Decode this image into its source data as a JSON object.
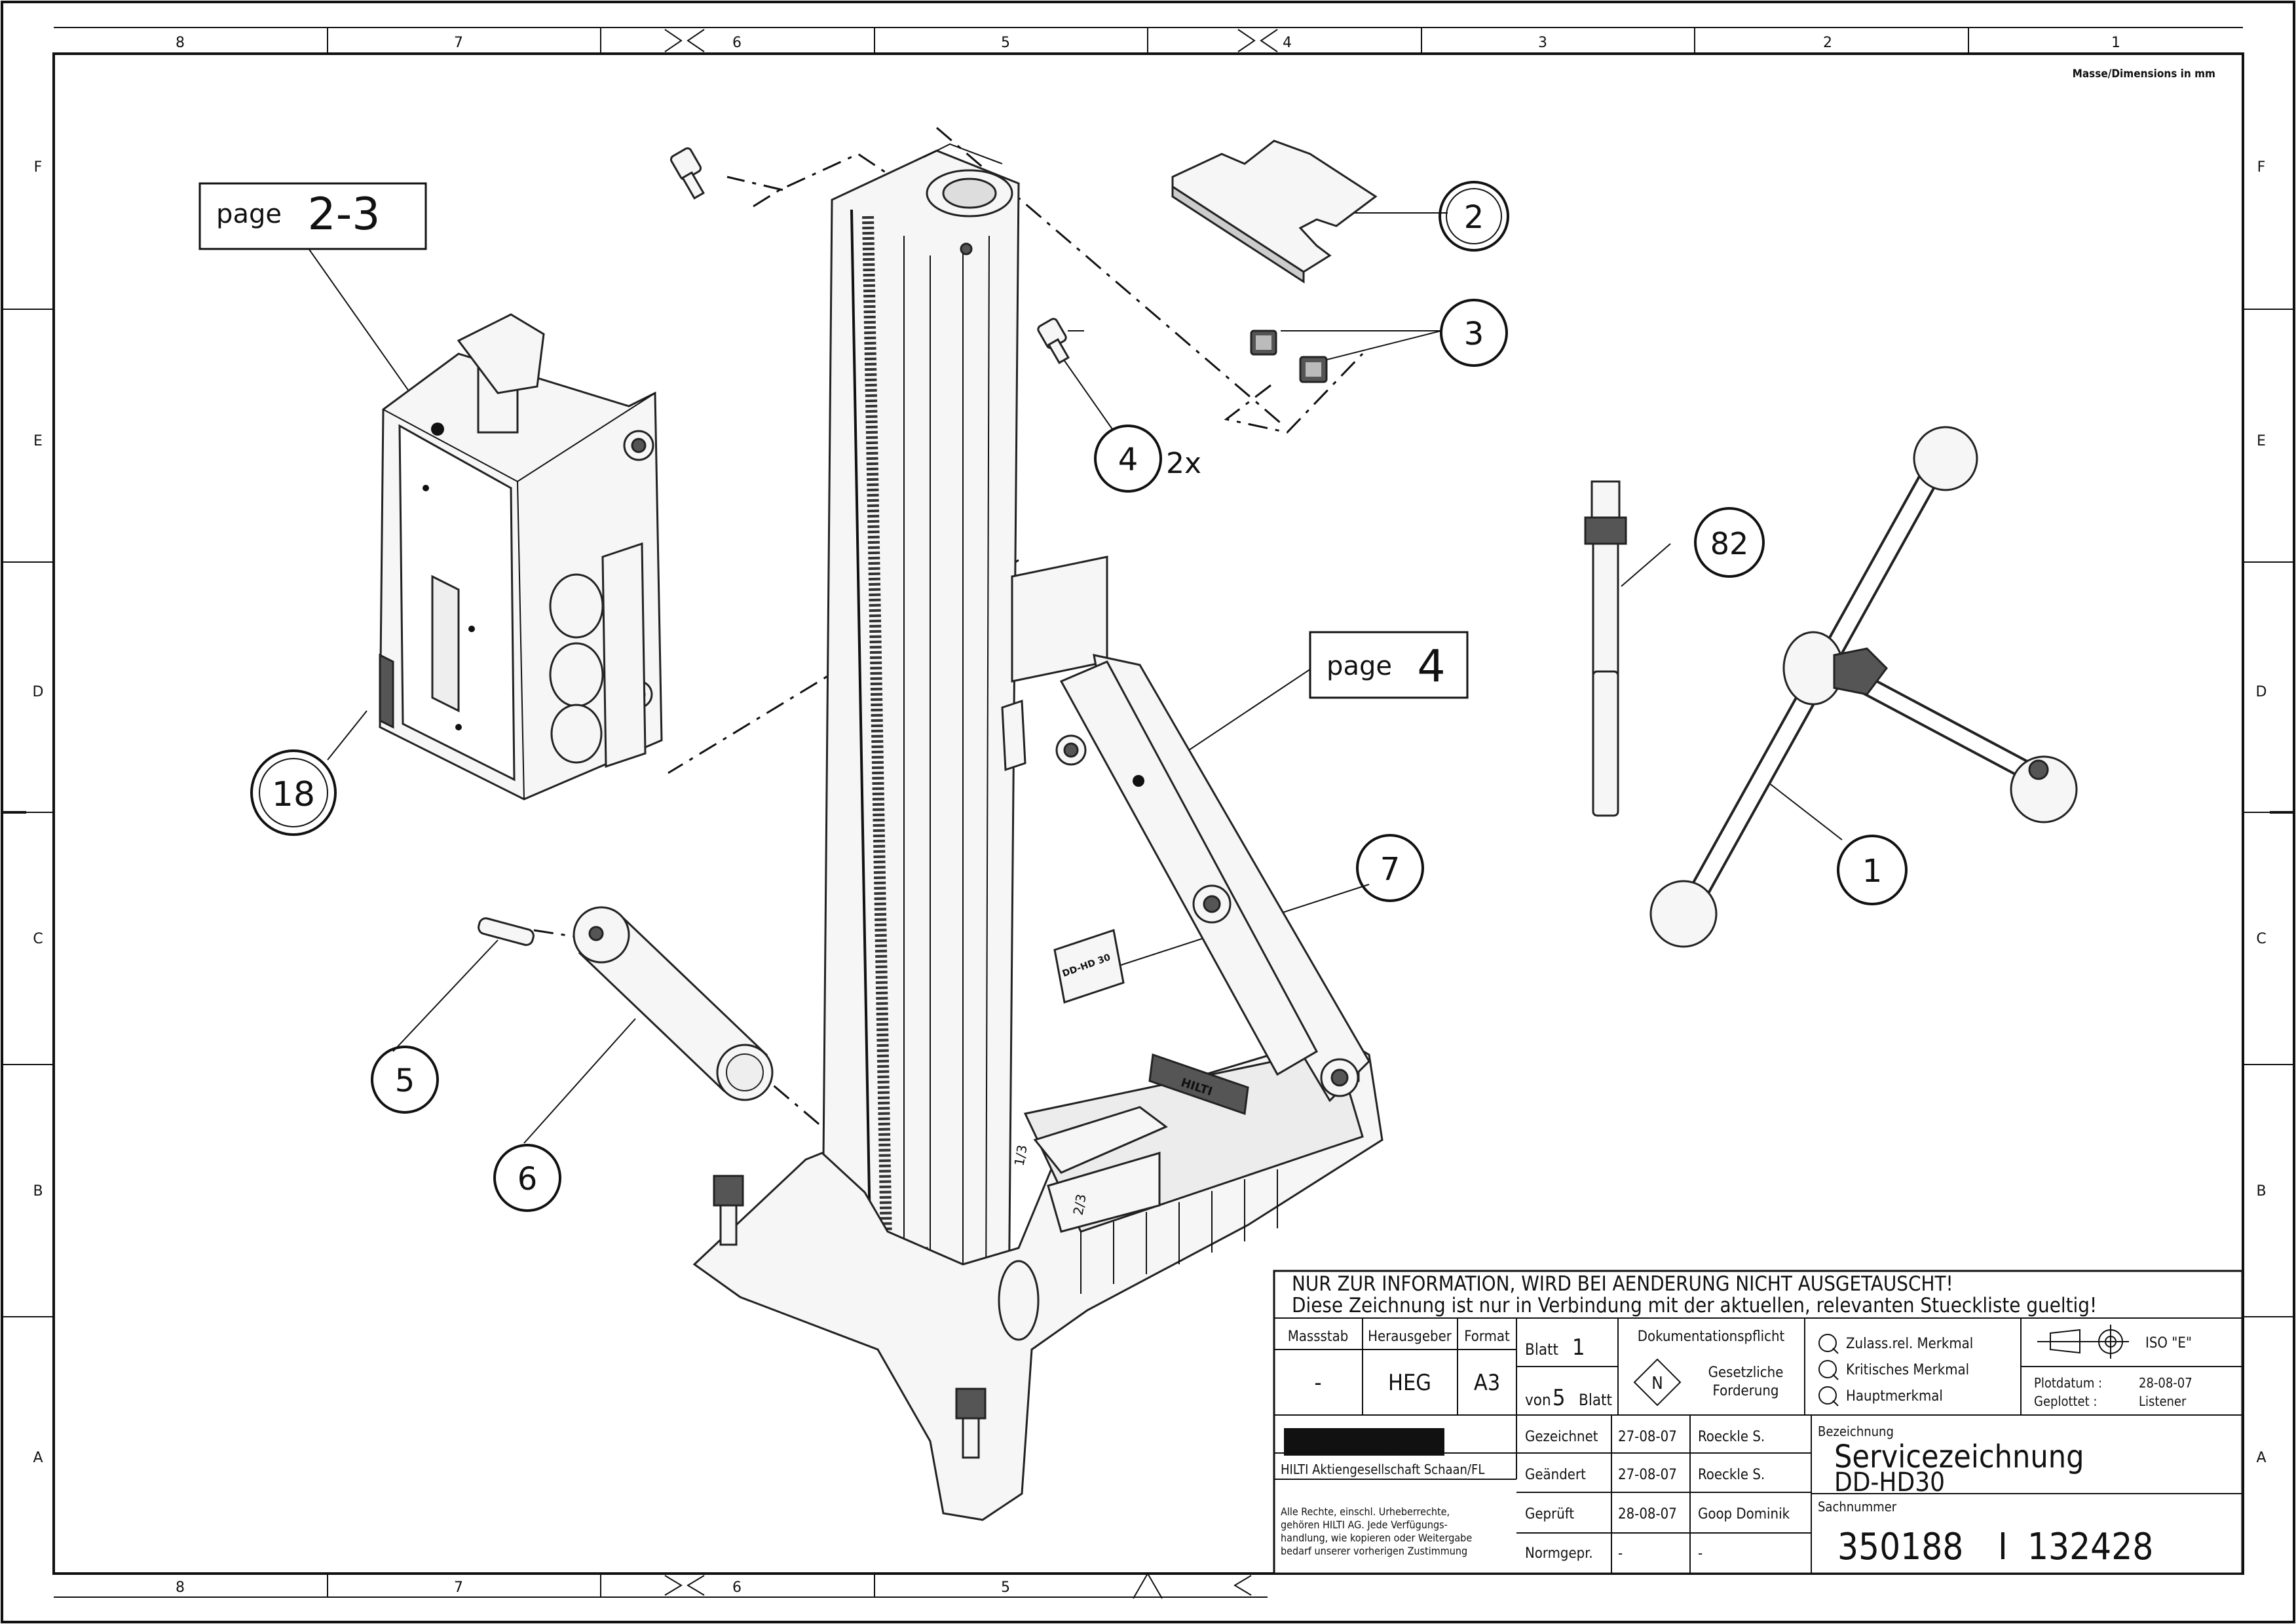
{
  "border": {
    "columns_top": [
      "8",
      "7",
      "6",
      "5",
      "4",
      "3",
      "2",
      "1"
    ],
    "columns_bottom": [
      "8",
      "7",
      "6",
      "5"
    ],
    "rows": [
      "F",
      "E",
      "D",
      "C",
      "B",
      "A"
    ]
  },
  "units_note": "Masse/Dimensions in mm",
  "page_refs": [
    {
      "label": "page",
      "number": "2-3"
    },
    {
      "label": "page",
      "number": "4"
    }
  ],
  "callouts": {
    "c1": "1",
    "c2": "2",
    "c3": "3",
    "c4": "4",
    "c4_qty": "2x",
    "c5": "5",
    "c6": "6",
    "c7": "7",
    "c18": "18",
    "c82": "82"
  },
  "part_labels": {
    "brand_on_base": "HILTI",
    "scale_marks": [
      "1/3",
      "2/3"
    ],
    "sticker": "DD-HD 30"
  },
  "title_block": {
    "notice_1": "NUR ZUR INFORMATION, WIRD BEI AENDERUNG NICHT AUSGETAUSCHT!",
    "notice_2": "Diese Zeichnung ist nur in Verbindung mit der aktuellen, relevanten Stueckliste gueltig!",
    "massstab_label": "Massstab",
    "massstab_value": "-",
    "herausgeber_label": "Herausgeber",
    "herausgeber_value": "HEG",
    "format_label": "Format",
    "format_value": "A3",
    "blatt_label": "Blatt",
    "blatt_value": "1",
    "von_label": "von",
    "von_value": "5",
    "von_suffix": "Blatt",
    "dok_label": "Dokumentationspflicht",
    "dok_symbol": "N",
    "dok_text_1": "Gesetzliche",
    "dok_text_2": "Forderung",
    "merkmal_1": "Zulass.rel. Merkmal",
    "merkmal_2": "Kritisches Merkmal",
    "merkmal_3": "Hauptmerkmal",
    "iso": "ISO \"E\"",
    "plotdatum_label": "Plotdatum :",
    "plotdatum_value": "28-08-07",
    "geplottet_label": "Geplottet :",
    "geplottet_value": "Listener",
    "logo": "HILTI",
    "company": "HILTI Aktiengesellschaft Schaan/FL",
    "rights_1": "Alle Rechte, einschl. Urheberrechte,",
    "rights_2": "gehören HILTI AG. Jede Verfügungs-",
    "rights_3": "handlung, wie kopieren oder Weitergabe",
    "rights_4": "bedarf unserer vorherigen Zustimmung",
    "rows": [
      {
        "label": "Gezeichnet",
        "date": "27-08-07",
        "name": "Roeckle S."
      },
      {
        "label": "Geändert",
        "date": "27-08-07",
        "name": "Roeckle S."
      },
      {
        "label": "Geprüft",
        "date": "28-08-07",
        "name": "Goop Dominik"
      },
      {
        "label": "Normgepr.",
        "date": "-",
        "name": "-"
      }
    ],
    "bezeichnung_label": "Bezeichnung",
    "bezeichnung_1": "Servicezeichnung",
    "bezeichnung_2": "DD-HD30",
    "sachnummer_label": "Sachnummer",
    "sachnummer_1": "350188",
    "sachnummer_sep": "I",
    "sachnummer_2": "132428"
  }
}
